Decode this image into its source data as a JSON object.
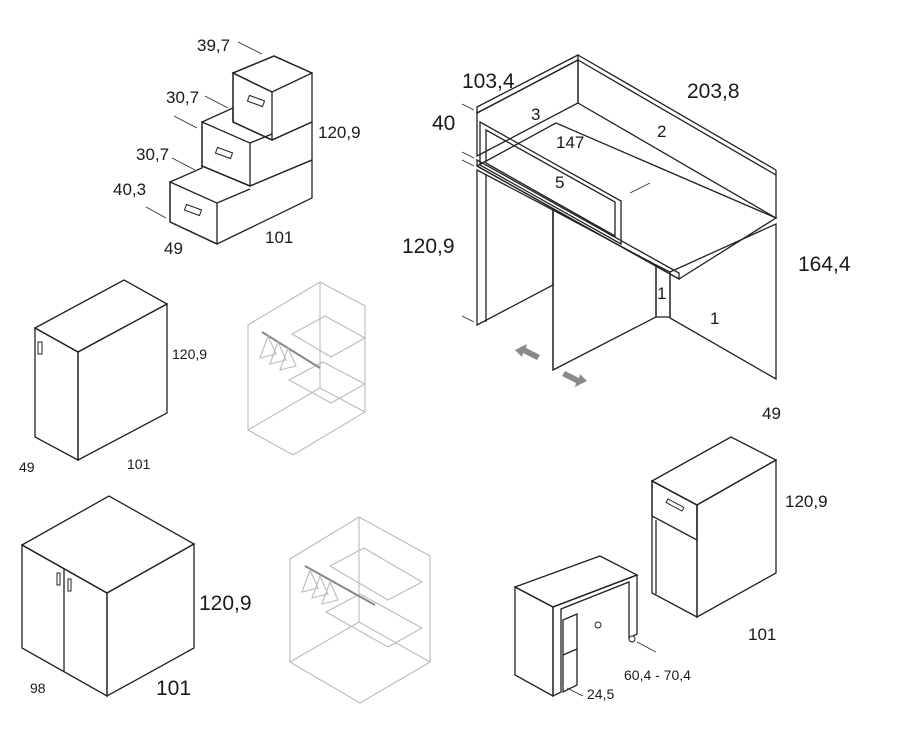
{
  "colors": {
    "panel": "#c9c9c9",
    "light": "#efefef",
    "white": "#ffffff",
    "outline": "#222222",
    "ghost": "#bbbbbb",
    "arrow": "#8a8a8a"
  },
  "stair_unit": {
    "step_w1": "39,7",
    "step_w2": "30,7",
    "step_w3": "30,7",
    "step_h": "40,3",
    "height": "120,9",
    "width": "101",
    "depth": "49"
  },
  "loft_desk": {
    "top_depth": "103,4",
    "top_length": "203,8",
    "rail": "40",
    "inner_length": "147",
    "height_left": "120,9",
    "height_total": "164,4",
    "depth": "49",
    "panels": {
      "p1a": "1",
      "p1b": "1",
      "p2": "2",
      "p3": "3",
      "p5": "5"
    }
  },
  "cabinet_one_door": {
    "height": "120,9",
    "width": "101",
    "depth": "49"
  },
  "cabinet_two_door": {
    "height": "120,9",
    "width": "101",
    "depth": "98"
  },
  "desk_drawer": {
    "height": "120,9",
    "width": "101",
    "extension": "60,4 - 70,4",
    "depth": "24,5"
  }
}
